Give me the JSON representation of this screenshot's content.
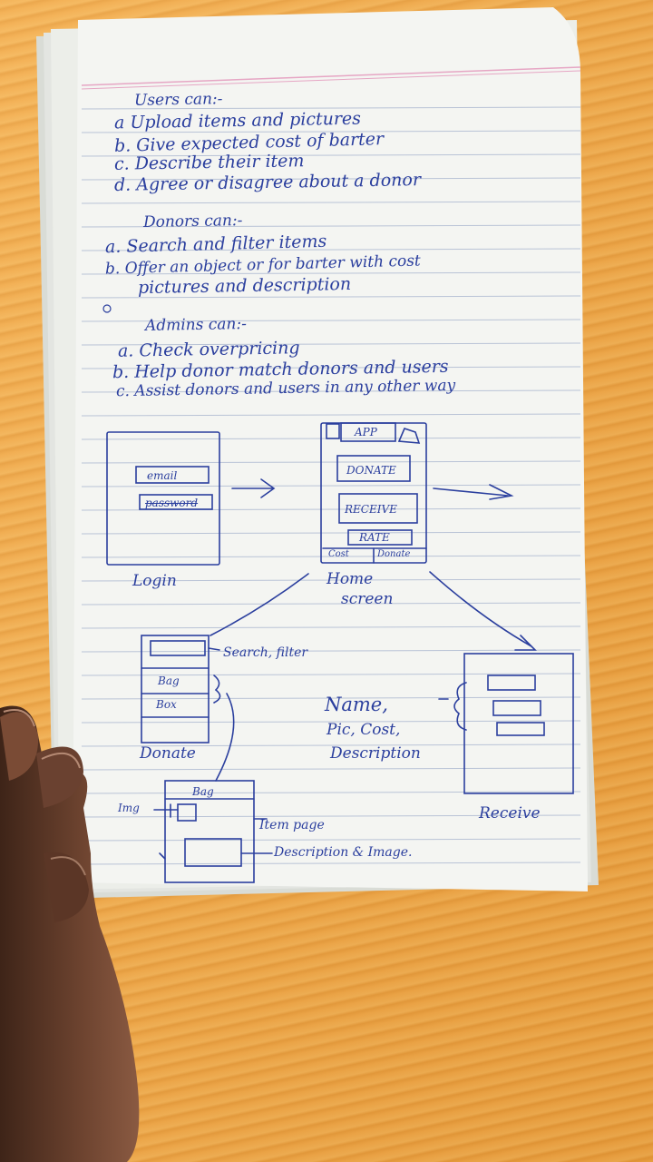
{
  "notebook": {
    "users_heading": "Users can:-",
    "users_items": [
      "a Upload items and pictures",
      "b. Give expected cost of barter",
      "c. Describe their item",
      "d. Agree or disagree about a donor"
    ],
    "donors_heading": "Donors can:-",
    "donors_items": [
      "a. Search and filter items",
      "b. Offer an object or for barter with cost",
      "pictures and description"
    ],
    "admins_heading": "Admins can:-",
    "admins_items": [
      "a. Check overpricing",
      "b. Help donor match donors and users",
      "c. Assist donors and users in any other way"
    ]
  },
  "sketch": {
    "login": {
      "email": "email",
      "password": "password",
      "caption": "Login"
    },
    "home": {
      "app": "APP",
      "donate": "DONATE",
      "receive": "RECEIVE",
      "rate": "RATE",
      "cost": "Cost",
      "donate_tab": "Donate",
      "caption_1": "Home",
      "caption_2": "screen"
    },
    "donate": {
      "bag": "Bag",
      "box": "Box",
      "caption": "Donate",
      "search_note": "Search, filter"
    },
    "fields_note": [
      "Name,",
      "Pic, Cost,",
      "Description"
    ],
    "item_page": {
      "bag": "Bag",
      "img": "Img",
      "note_1": "Item page",
      "note_2": "Description & Image."
    },
    "receive_caption": "Receive"
  },
  "colors": {
    "ink": "#2b3f9e",
    "paper": "#f4f5f2",
    "rule": "#b9c3d6",
    "margin": "#e6a6c4",
    "cloth": "#f0a848"
  }
}
